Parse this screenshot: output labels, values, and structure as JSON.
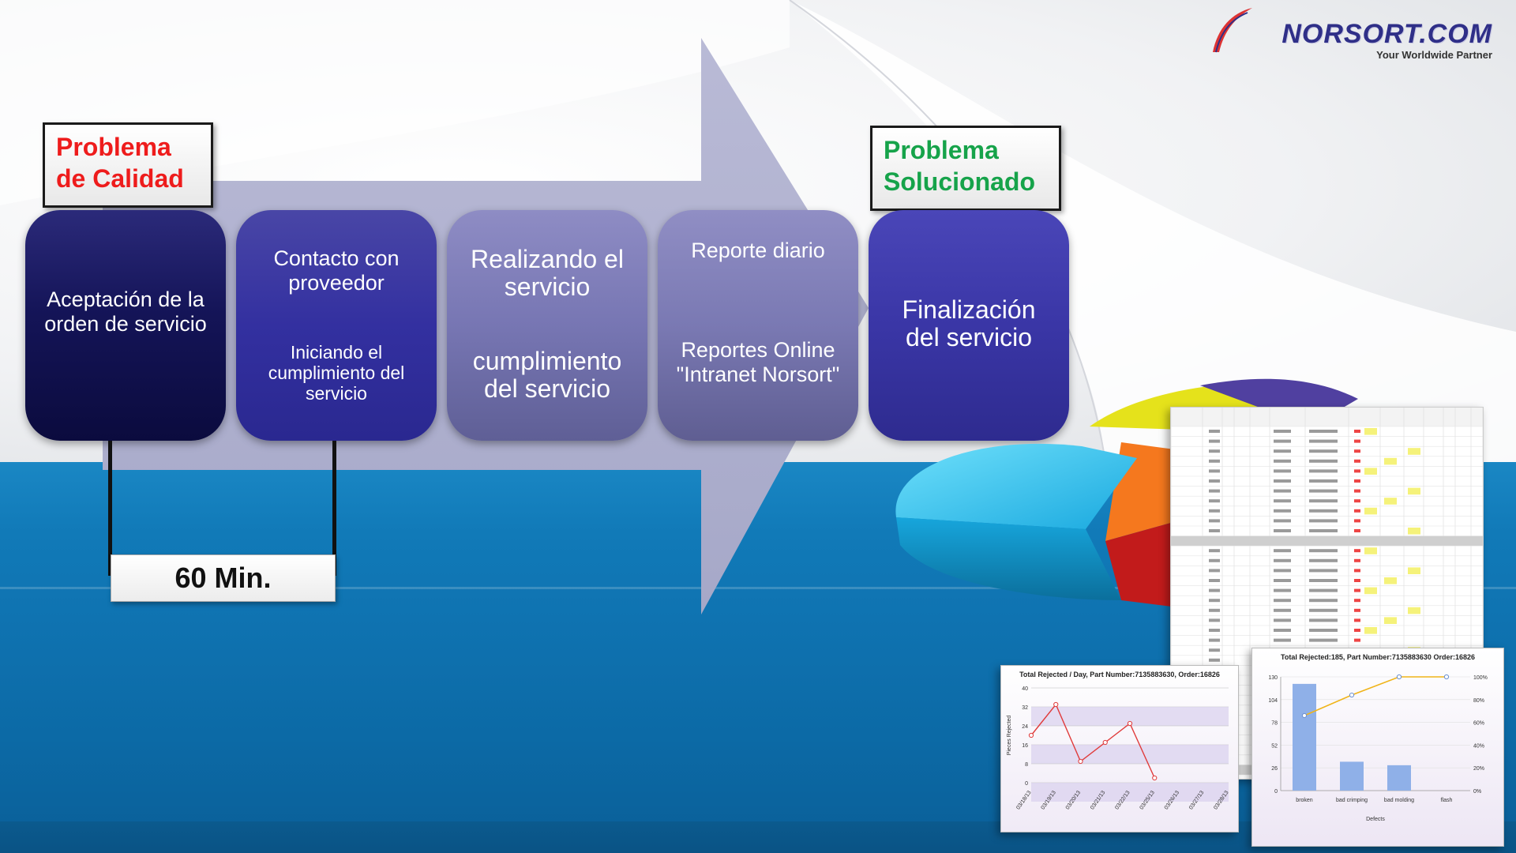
{
  "brand": {
    "logo_text": "NORSORT.COM",
    "tagline": "Your Worldwide Partner",
    "logo_color": "#2f2f88"
  },
  "labels": {
    "start_label_lines": [
      "Problema",
      "de Calidad"
    ],
    "start_label_color": "#ee1c1c",
    "end_label_lines": [
      "Problema",
      "Solucionado"
    ],
    "end_label_color": "#16a34a"
  },
  "steps": [
    {
      "title": "Aceptación de la orden de servicio",
      "subtitle": ""
    },
    {
      "title": "Contacto con proveedor",
      "subtitle": "Iniciando el cumplimiento del servicio"
    },
    {
      "title": "Realizando el servicio",
      "subtitle": "cumplimiento del servicio"
    },
    {
      "title": "Reporte diario",
      "subtitle": "Reportes Online \"Intranet Norsort\""
    },
    {
      "title": "Finalización del servicio",
      "subtitle": ""
    }
  ],
  "timer": {
    "label": "60 Min."
  },
  "charts": {
    "left": {
      "title": "Total Rejected / Day, Part Number:7135883630, Order:16826",
      "ylabel": "Pieces Rejected",
      "y_ticks": [
        "40",
        "32",
        "24",
        "16",
        "8",
        "0"
      ],
      "x_ticks": [
        "03/18/13",
        "03/19/13",
        "03/20/13",
        "03/21/13",
        "03/22/13",
        "03/25/13",
        "03/26/13",
        "03/27/13",
        "03/28/13"
      ],
      "values": [
        20,
        33,
        9,
        17,
        25,
        2
      ]
    },
    "right": {
      "title": "Total Rejected:185, Part Number:7135883630 Order:16826",
      "xlabel": "Defects",
      "y_left_ticks": [
        "130",
        "104",
        "78",
        "52",
        "26",
        "0"
      ],
      "y_right_ticks": [
        "100%",
        "80%",
        "60%",
        "40%",
        "20%",
        "0%"
      ],
      "categories": [
        "broken",
        "bad crimping",
        "bad molding",
        "flash"
      ],
      "values": [
        122,
        33,
        29,
        0
      ],
      "cumulative_pct": [
        66,
        84,
        100,
        100
      ]
    }
  },
  "colors": {
    "arrow": "#b3b4d0",
    "accent_blue": "#117ab8"
  }
}
